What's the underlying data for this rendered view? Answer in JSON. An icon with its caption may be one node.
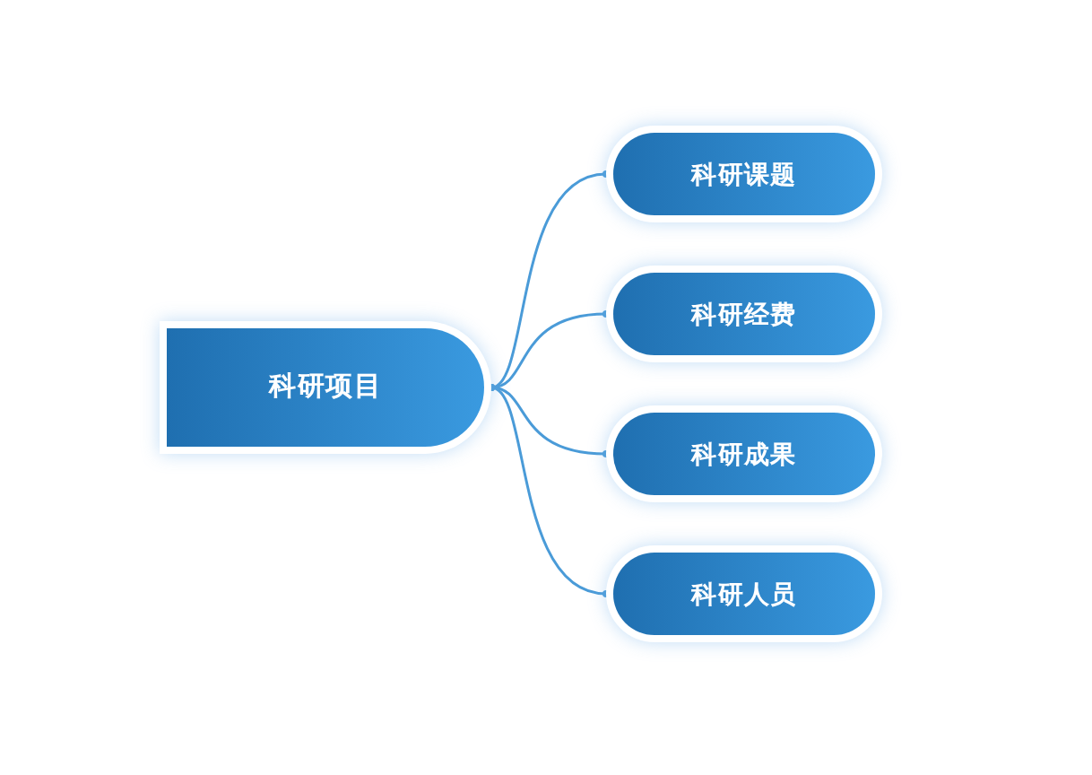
{
  "diagram": {
    "nodes": [
      {
        "text": [
          "科研项目"
        ]
      },
      {
        "text": [
          "科研课题"
        ]
      },
      {
        "text": [
          "科研经费"
        ]
      },
      {
        "text": [
          "科研成果"
        ]
      },
      {
        "text": [
          "科研人员"
        ]
      }
    ],
    "edges": [
      {
        "from": 0,
        "to": 1,
        "arrow": "other"
      },
      {
        "from": 0,
        "to": 2,
        "arrow": "other"
      },
      {
        "from": 0,
        "to": 3,
        "arrow": "other"
      },
      {
        "from": 0,
        "to": 4,
        "arrow": "other"
      }
    ]
  }
}
